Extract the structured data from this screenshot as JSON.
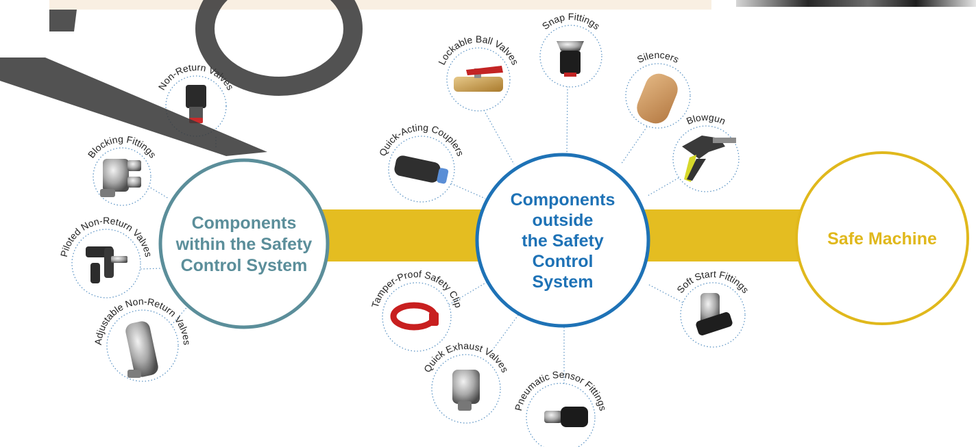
{
  "colors": {
    "band": "#e4bd21",
    "within": "#5b8e9a",
    "outside": "#1e72b6",
    "safe": "#e0b81c",
    "dots": "#5b93c4",
    "watermark": "#3a3a3a"
  },
  "hubs": {
    "within": {
      "lines": [
        "Components",
        "within the Safety",
        "Control System"
      ]
    },
    "outside": {
      "lines": [
        "Components",
        "outside",
        "the Safety",
        "Control",
        "System"
      ]
    },
    "safe": {
      "lines": [
        "Safe Machine"
      ]
    }
  },
  "left_nodes": [
    {
      "label": "Non-Return Valves",
      "icon": "non-return-valve-icon"
    },
    {
      "label": "Blocking Fittings",
      "icon": "blocking-fitting-icon"
    },
    {
      "label": "Piloted Non-Return Valves",
      "icon": "piloted-non-return-valve-icon"
    },
    {
      "label": "Adjustable Non-Return Valves",
      "icon": "adjustable-non-return-valve-icon"
    }
  ],
  "right_nodes": [
    {
      "label": "Lockable Ball Valves",
      "icon": "ball-valve-icon"
    },
    {
      "label": "Snap Fittings",
      "icon": "snap-fitting-icon"
    },
    {
      "label": "Silencers",
      "icon": "silencer-icon"
    },
    {
      "label": "Blowgun",
      "icon": "blowgun-icon"
    },
    {
      "label": "Quick-Acting Couplers",
      "icon": "coupler-icon"
    },
    {
      "label": "Soft Start Fittings",
      "icon": "soft-start-fitting-icon"
    },
    {
      "label": "Tamper-Proof Safety Clip",
      "icon": "safety-clip-icon"
    },
    {
      "label": "Quick Exhaust Valves",
      "icon": "quick-exhaust-valve-icon"
    },
    {
      "label": "Pneumatic Sensor Fittings",
      "icon": "sensor-fitting-icon"
    }
  ]
}
